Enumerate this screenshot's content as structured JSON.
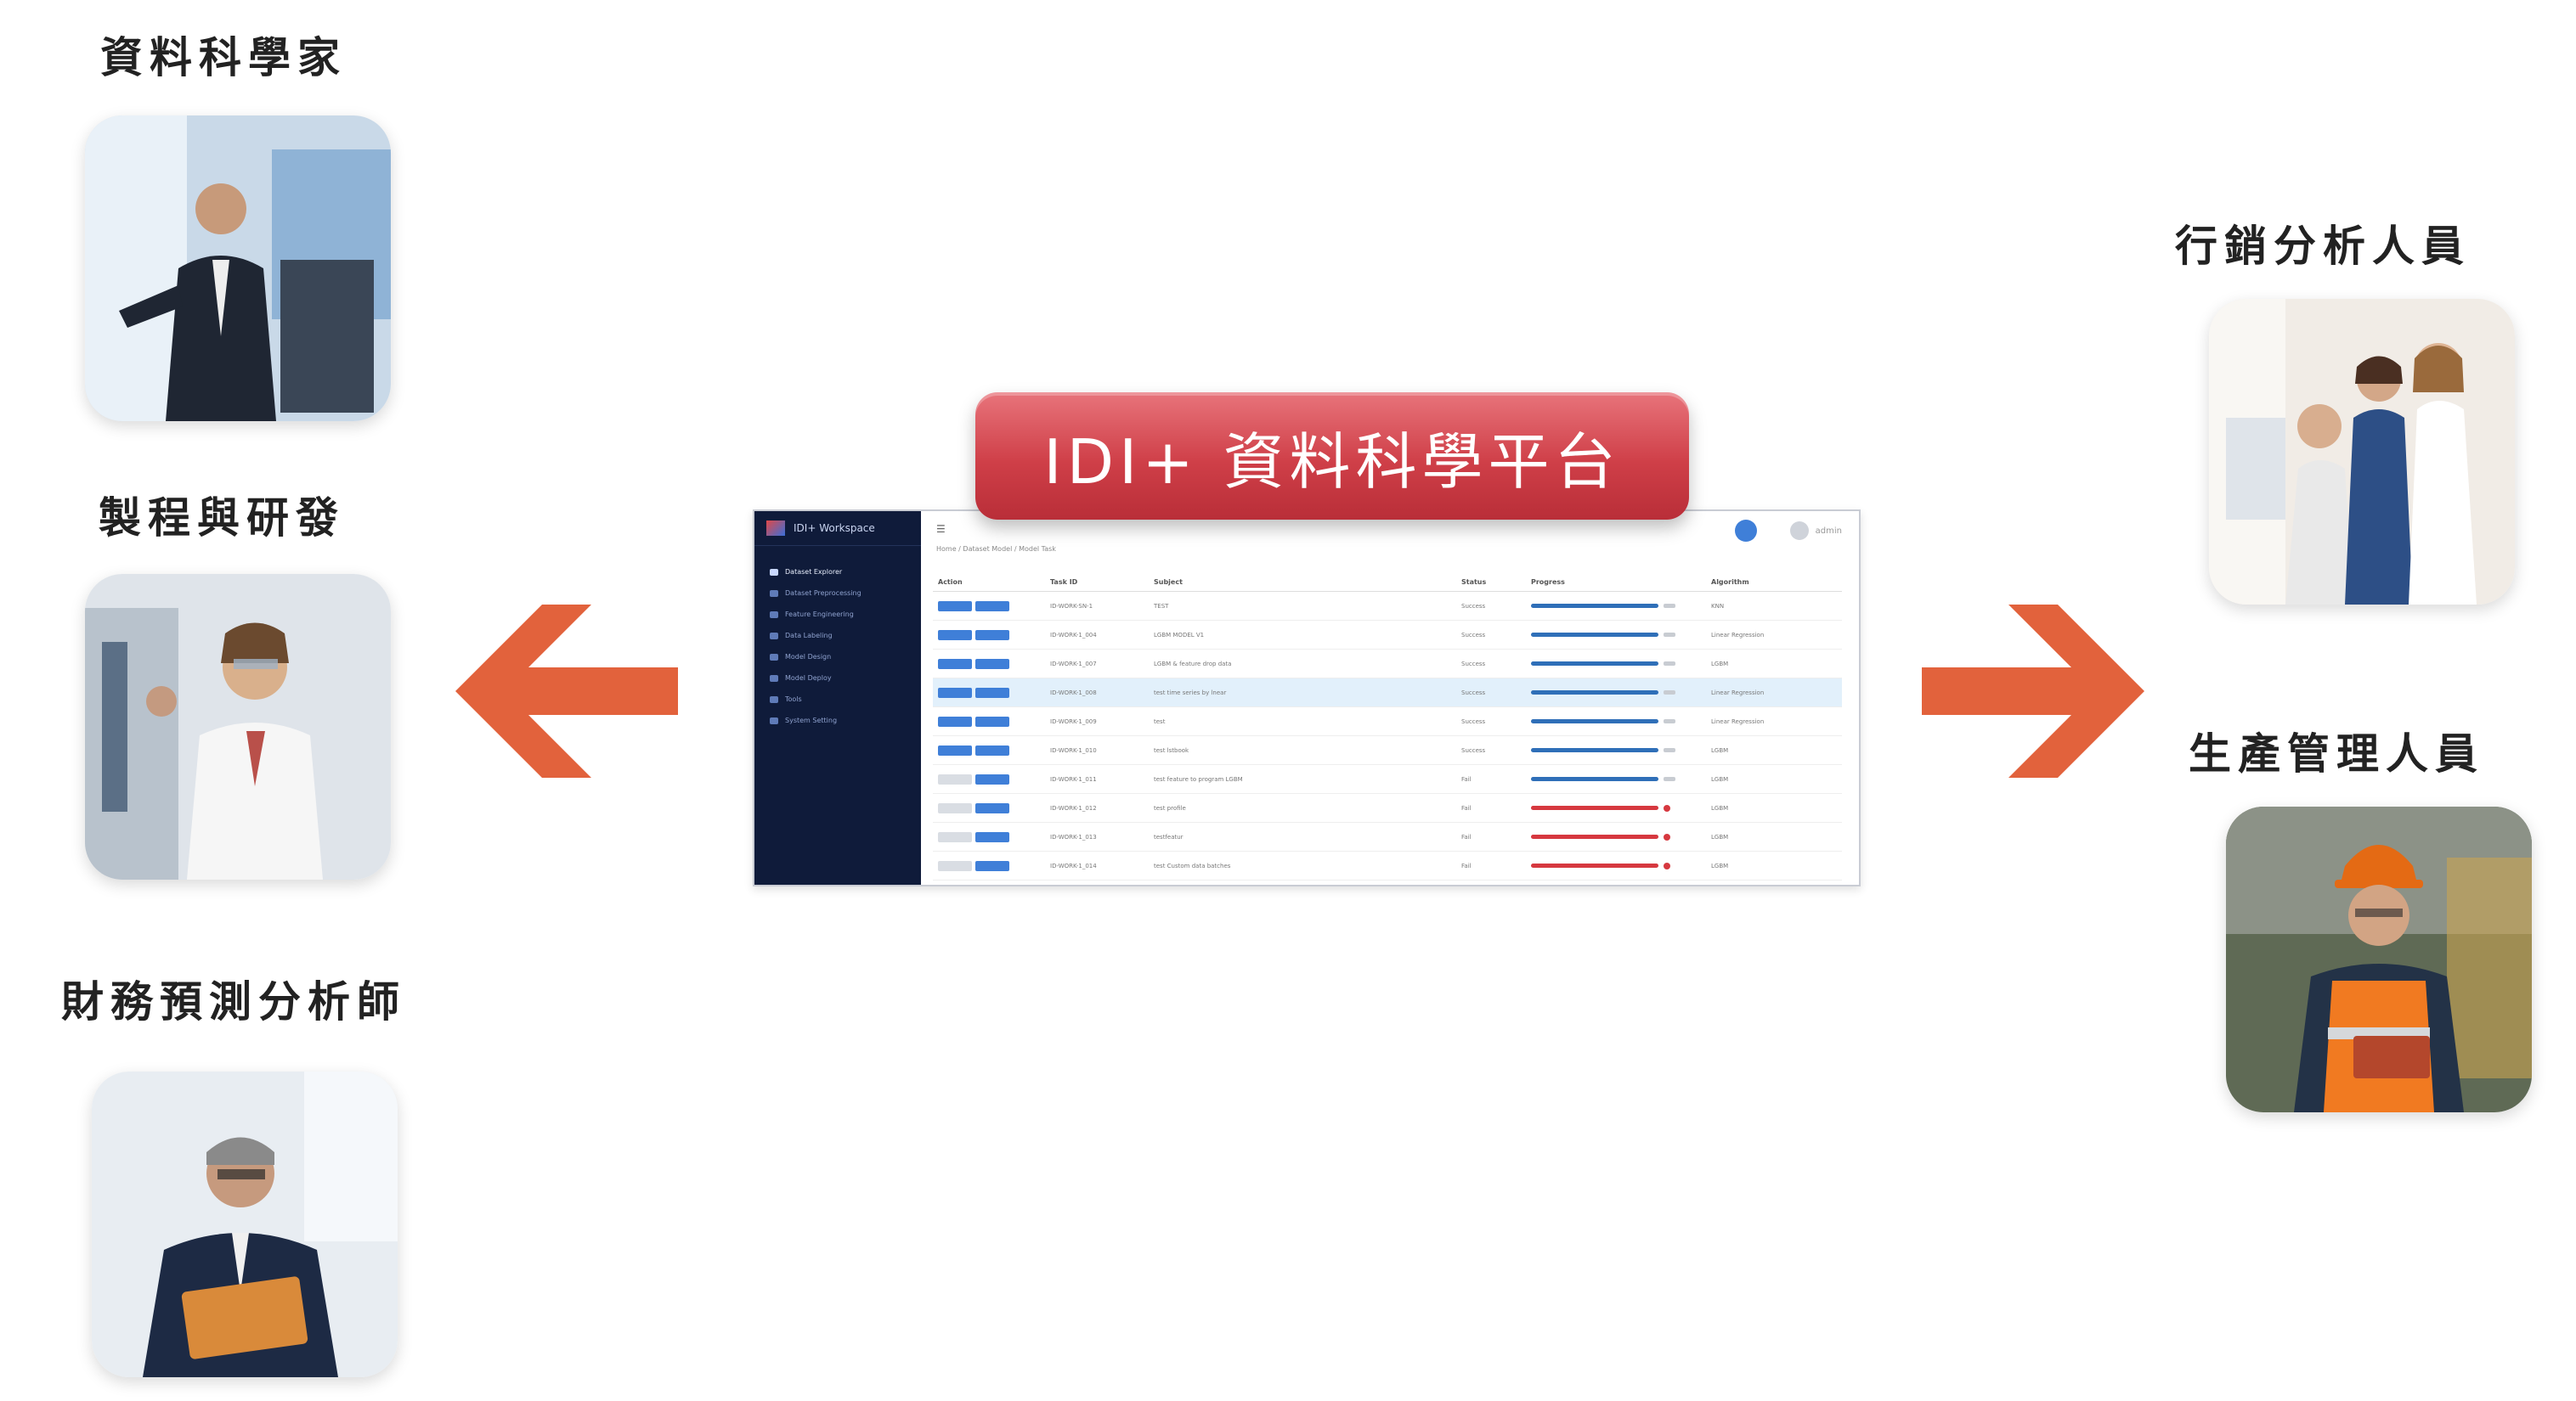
{
  "banner": {
    "title": "IDI+ 資料科學平台"
  },
  "roles_left": [
    {
      "label": "資料科學家"
    },
    {
      "label": "製程與研發"
    },
    {
      "label": "財務預測分析師"
    }
  ],
  "roles_right": [
    {
      "label": "行銷分析人員"
    },
    {
      "label": "生產管理人員"
    }
  ],
  "platform": {
    "brand": "IDI+ Workspace",
    "nav": [
      "Dataset Explorer",
      "Dataset Preprocessing",
      "Feature Engineering",
      "Data Labeling",
      "Model Design",
      "Model Deploy",
      "Tools",
      "System Setting"
    ],
    "breadcrumb": "Home / Dataset Model / Model Task",
    "user": "admin",
    "columns": [
      "Action",
      "Task ID",
      "Subject",
      "Status",
      "Progress",
      "Algorithm"
    ],
    "rows": [
      {
        "id": "ID-WORK-SN-1",
        "subject": "TEST",
        "status": "Success",
        "algo": "KNN",
        "state": "ok",
        "hl": false
      },
      {
        "id": "ID-WORK-1_004",
        "subject": "LGBM MODEL V1",
        "status": "Success",
        "algo": "Linear Regression",
        "state": "ok",
        "hl": false
      },
      {
        "id": "ID-WORK-1_007",
        "subject": "LGBM & feature drop data",
        "status": "Success",
        "algo": "LGBM",
        "state": "ok",
        "hl": false
      },
      {
        "id": "ID-WORK-1_008",
        "subject": "test time series by lnear",
        "status": "Success",
        "algo": "Linear Regression",
        "state": "ok",
        "hl": true
      },
      {
        "id": "ID-WORK-1_009",
        "subject": "test",
        "status": "Success",
        "algo": "Linear Regression",
        "state": "ok",
        "hl": false
      },
      {
        "id": "ID-WORK-1_010",
        "subject": "test lstbook",
        "status": "Success",
        "algo": "LGBM",
        "state": "ok",
        "hl": false
      },
      {
        "id": "ID-WORK-1_011",
        "subject": "test feature to program LGBM",
        "status": "Fail",
        "algo": "LGBM",
        "state": "ok",
        "hl": false
      },
      {
        "id": "ID-WORK-1_012",
        "subject": "test profile",
        "status": "Fail",
        "algo": "LGBM",
        "state": "fail",
        "hl": false
      },
      {
        "id": "ID-WORK-1_013",
        "subject": "testfeatur",
        "status": "Fail",
        "algo": "LGBM",
        "state": "fail",
        "hl": false
      },
      {
        "id": "ID-WORK-1_014",
        "subject": "test Custom data batches",
        "status": "Fail",
        "algo": "LGBM",
        "state": "fail",
        "hl": false
      }
    ]
  },
  "colors": {
    "arrow": "#e2623c",
    "banner": "#cf3f48",
    "sidebar": "#0f1b3a"
  }
}
